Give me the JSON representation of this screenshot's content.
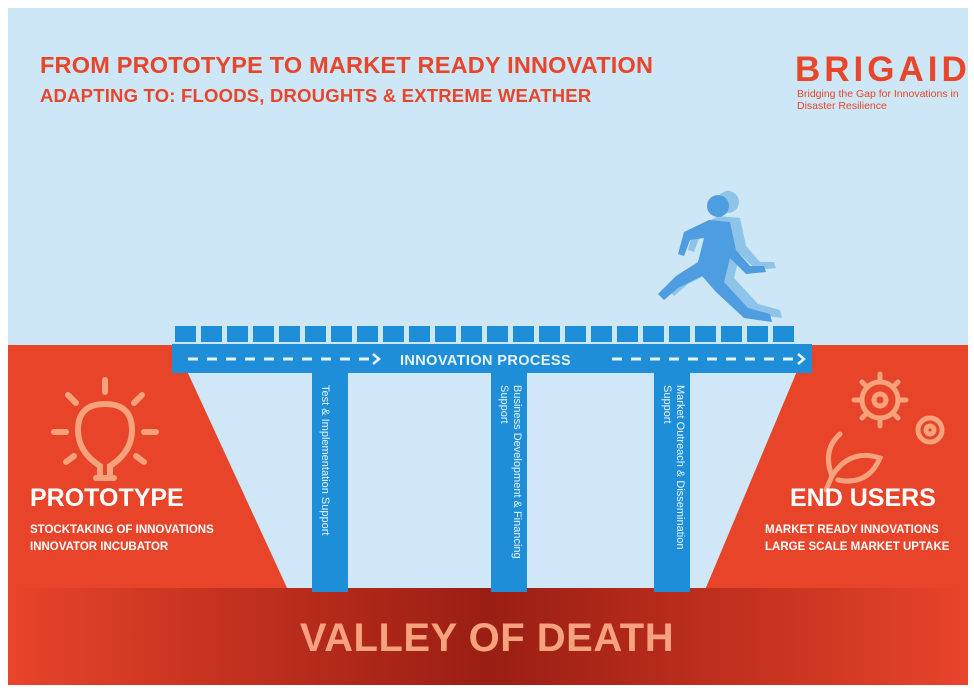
{
  "header": {
    "title": "FROM PROTOTYPE TO MARKET READY INNOVATION",
    "subtitle": "ADAPTING TO: FLOODS, DROUGHTS & EXTREME WEATHER"
  },
  "brand": {
    "name": "BRIGAID",
    "tagline": "Bridging the Gap for Innovations in Disaster Resilience"
  },
  "bridge": {
    "deck_label": "INNOVATION PROCESS",
    "pillars": [
      "Test & Implementation Support",
      "Business Development & Financing Support",
      "Market Outreach & Dissemination Support"
    ]
  },
  "left_cliff": {
    "heading": "PROTOTYPE",
    "lines": [
      "STOCKTAKING OF INNOVATIONS",
      "INNOVATOR INCUBATOR"
    ],
    "icon": "lightbulb-icon"
  },
  "right_cliff": {
    "heading": "END USERS",
    "lines": [
      "MARKET READY INNOVATIONS",
      "LARGE SCALE MARKET UPTAKE"
    ],
    "icon": "gears-leaf-icon"
  },
  "valley": {
    "label": "VALLEY OF DEATH"
  },
  "figure": {
    "icon": "running-person-icon"
  },
  "colors": {
    "sky": "#cde7f6",
    "cliff": "#e8442a",
    "valley_dark": "#9e1f14",
    "bridge": "#1f8ed8",
    "bridge_light": "#3a9fe3",
    "text_red": "#e8452a"
  }
}
